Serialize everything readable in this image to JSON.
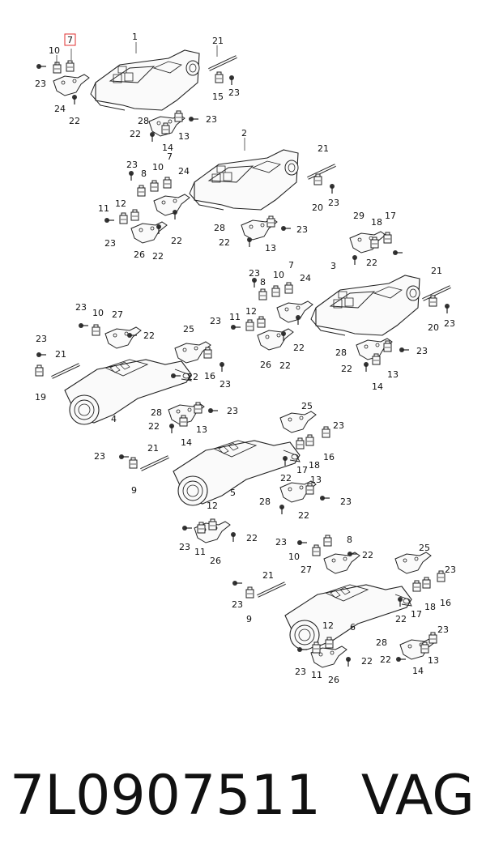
{
  "diagram": {
    "labels": [
      {
        "text": "7",
        "highlight": true
      },
      {
        "text": "1"
      },
      {
        "text": "10"
      },
      {
        "text": "21"
      },
      {
        "text": "23"
      },
      {
        "text": "23"
      },
      {
        "text": "15"
      },
      {
        "text": "24"
      },
      {
        "text": "22"
      },
      {
        "text": "28"
      },
      {
        "text": "23"
      },
      {
        "text": "22"
      },
      {
        "text": "13"
      },
      {
        "text": "14"
      },
      {
        "text": "2"
      },
      {
        "text": "7"
      },
      {
        "text": "23"
      },
      {
        "text": "8"
      },
      {
        "text": "10"
      },
      {
        "text": "24"
      },
      {
        "text": "21"
      },
      {
        "text": "12"
      },
      {
        "text": "11"
      },
      {
        "text": "23"
      },
      {
        "text": "22"
      },
      {
        "text": "26"
      },
      {
        "text": "22"
      },
      {
        "text": "20"
      },
      {
        "text": "23"
      },
      {
        "text": "28"
      },
      {
        "text": "23"
      },
      {
        "text": "22"
      },
      {
        "text": "13"
      },
      {
        "text": "29"
      },
      {
        "text": "18"
      },
      {
        "text": "17"
      },
      {
        "text": "22"
      },
      {
        "text": "23"
      },
      {
        "text": "8"
      },
      {
        "text": "10"
      },
      {
        "text": "7"
      },
      {
        "text": "3"
      },
      {
        "text": "24"
      },
      {
        "text": "21"
      },
      {
        "text": "23"
      },
      {
        "text": "11"
      },
      {
        "text": "12"
      },
      {
        "text": "22"
      },
      {
        "text": "26"
      },
      {
        "text": "22"
      },
      {
        "text": "20"
      },
      {
        "text": "23"
      },
      {
        "text": "28"
      },
      {
        "text": "23"
      },
      {
        "text": "22"
      },
      {
        "text": "13"
      },
      {
        "text": "14"
      },
      {
        "text": "23"
      },
      {
        "text": "10"
      },
      {
        "text": "27"
      },
      {
        "text": "22"
      },
      {
        "text": "23"
      },
      {
        "text": "21"
      },
      {
        "text": "19"
      },
      {
        "text": "4"
      },
      {
        "text": "25"
      },
      {
        "text": "22"
      },
      {
        "text": "16"
      },
      {
        "text": "23"
      },
      {
        "text": "28"
      },
      {
        "text": "23"
      },
      {
        "text": "22"
      },
      {
        "text": "14"
      },
      {
        "text": "13"
      },
      {
        "text": "23"
      },
      {
        "text": "21"
      },
      {
        "text": "9"
      },
      {
        "text": "5"
      },
      {
        "text": "25"
      },
      {
        "text": "23"
      },
      {
        "text": "22"
      },
      {
        "text": "17"
      },
      {
        "text": "18"
      },
      {
        "text": "16"
      },
      {
        "text": "13"
      },
      {
        "text": "28"
      },
      {
        "text": "23"
      },
      {
        "text": "22"
      },
      {
        "text": "12"
      },
      {
        "text": "23"
      },
      {
        "text": "11"
      },
      {
        "text": "22"
      },
      {
        "text": "26"
      },
      {
        "text": "23"
      },
      {
        "text": "8"
      },
      {
        "text": "10"
      },
      {
        "text": "22"
      },
      {
        "text": "27"
      },
      {
        "text": "25"
      },
      {
        "text": "23"
      },
      {
        "text": "21"
      },
      {
        "text": "23"
      },
      {
        "text": "9"
      },
      {
        "text": "22"
      },
      {
        "text": "17"
      },
      {
        "text": "18"
      },
      {
        "text": "16"
      },
      {
        "text": "6"
      },
      {
        "text": "12"
      },
      {
        "text": "23"
      },
      {
        "text": "28"
      },
      {
        "text": "22"
      },
      {
        "text": "13"
      },
      {
        "text": "14"
      },
      {
        "text": "23"
      },
      {
        "text": "11"
      },
      {
        "text": "22"
      },
      {
        "text": "26"
      }
    ]
  },
  "footer": {
    "part_number": "7L0907511",
    "brand": "VAG"
  },
  "colors": {
    "highlight": "#e03030",
    "line": "#222222",
    "background": "#ffffff"
  }
}
